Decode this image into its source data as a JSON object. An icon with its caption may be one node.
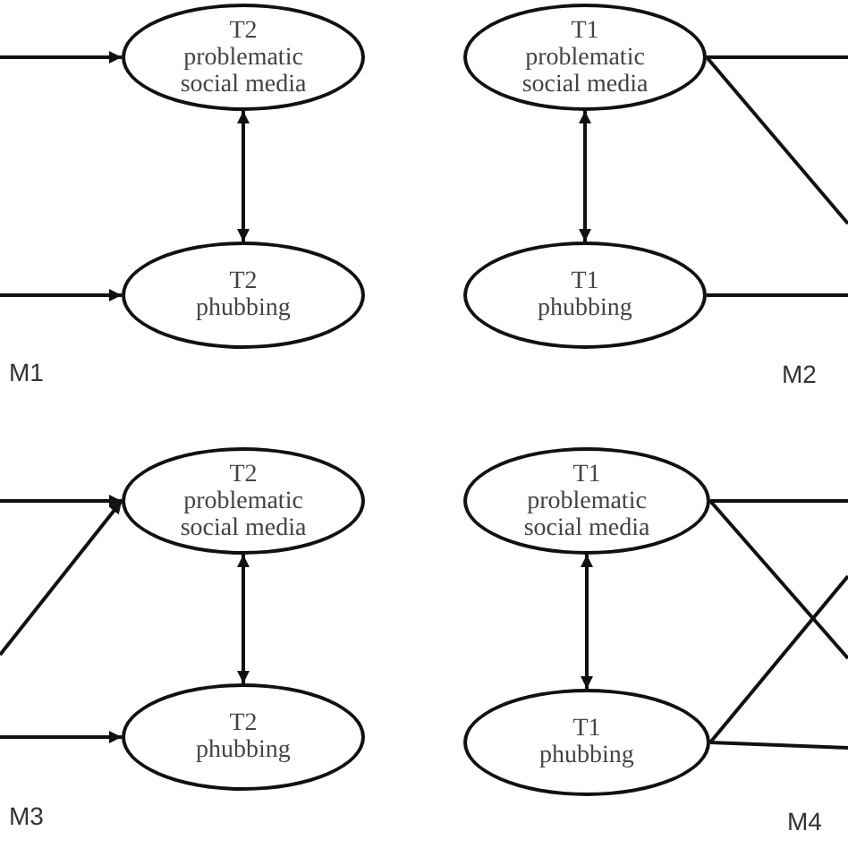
{
  "diagram": {
    "nodes": [
      {
        "text": [
          "T2",
          "problematic social media"
        ]
      },
      {
        "text": [
          "T2",
          "phubbing"
        ]
      },
      {
        "text": [
          "T1",
          "problematic social media"
        ]
      },
      {
        "text": [
          "T1",
          "phubbing"
        ]
      },
      {
        "text": [
          "T2",
          "problematic social media"
        ]
      },
      {
        "text": [
          "T2",
          "phubbing"
        ]
      },
      {
        "text": [
          "T1",
          "problematic social media"
        ]
      },
      {
        "text": [
          "T1",
          "phubbing"
        ]
      }
    ],
    "edges": [
      {
        "from": null,
        "to": 0,
        "arrow": "to"
      },
      {
        "from": null,
        "to": 1,
        "arrow": "to"
      },
      {
        "from": 0,
        "to": 1,
        "arrow": "both"
      },
      {
        "from": 2,
        "to": null,
        "arrow": "none"
      },
      {
        "from": 2,
        "to": null,
        "arrow": "none"
      },
      {
        "from": 3,
        "to": null,
        "arrow": "none"
      },
      {
        "from": 2,
        "to": 3,
        "arrow": "both"
      },
      {
        "from": null,
        "to": 4,
        "arrow": "to"
      },
      {
        "from": null,
        "to": 4,
        "arrow": "to"
      },
      {
        "from": null,
        "to": 5,
        "arrow": "to"
      },
      {
        "from": 4,
        "to": 5,
        "arrow": "both"
      },
      {
        "from": 6,
        "to": null,
        "arrow": "none"
      },
      {
        "from": 6,
        "to": null,
        "arrow": "none"
      },
      {
        "from": 7,
        "to": null,
        "arrow": "none"
      },
      {
        "from": 7,
        "to": null,
        "arrow": "none"
      },
      {
        "from": 6,
        "to": 7,
        "arrow": "both"
      }
    ],
    "labels": [
      "M1",
      "M2",
      "M3",
      "M4"
    ]
  }
}
